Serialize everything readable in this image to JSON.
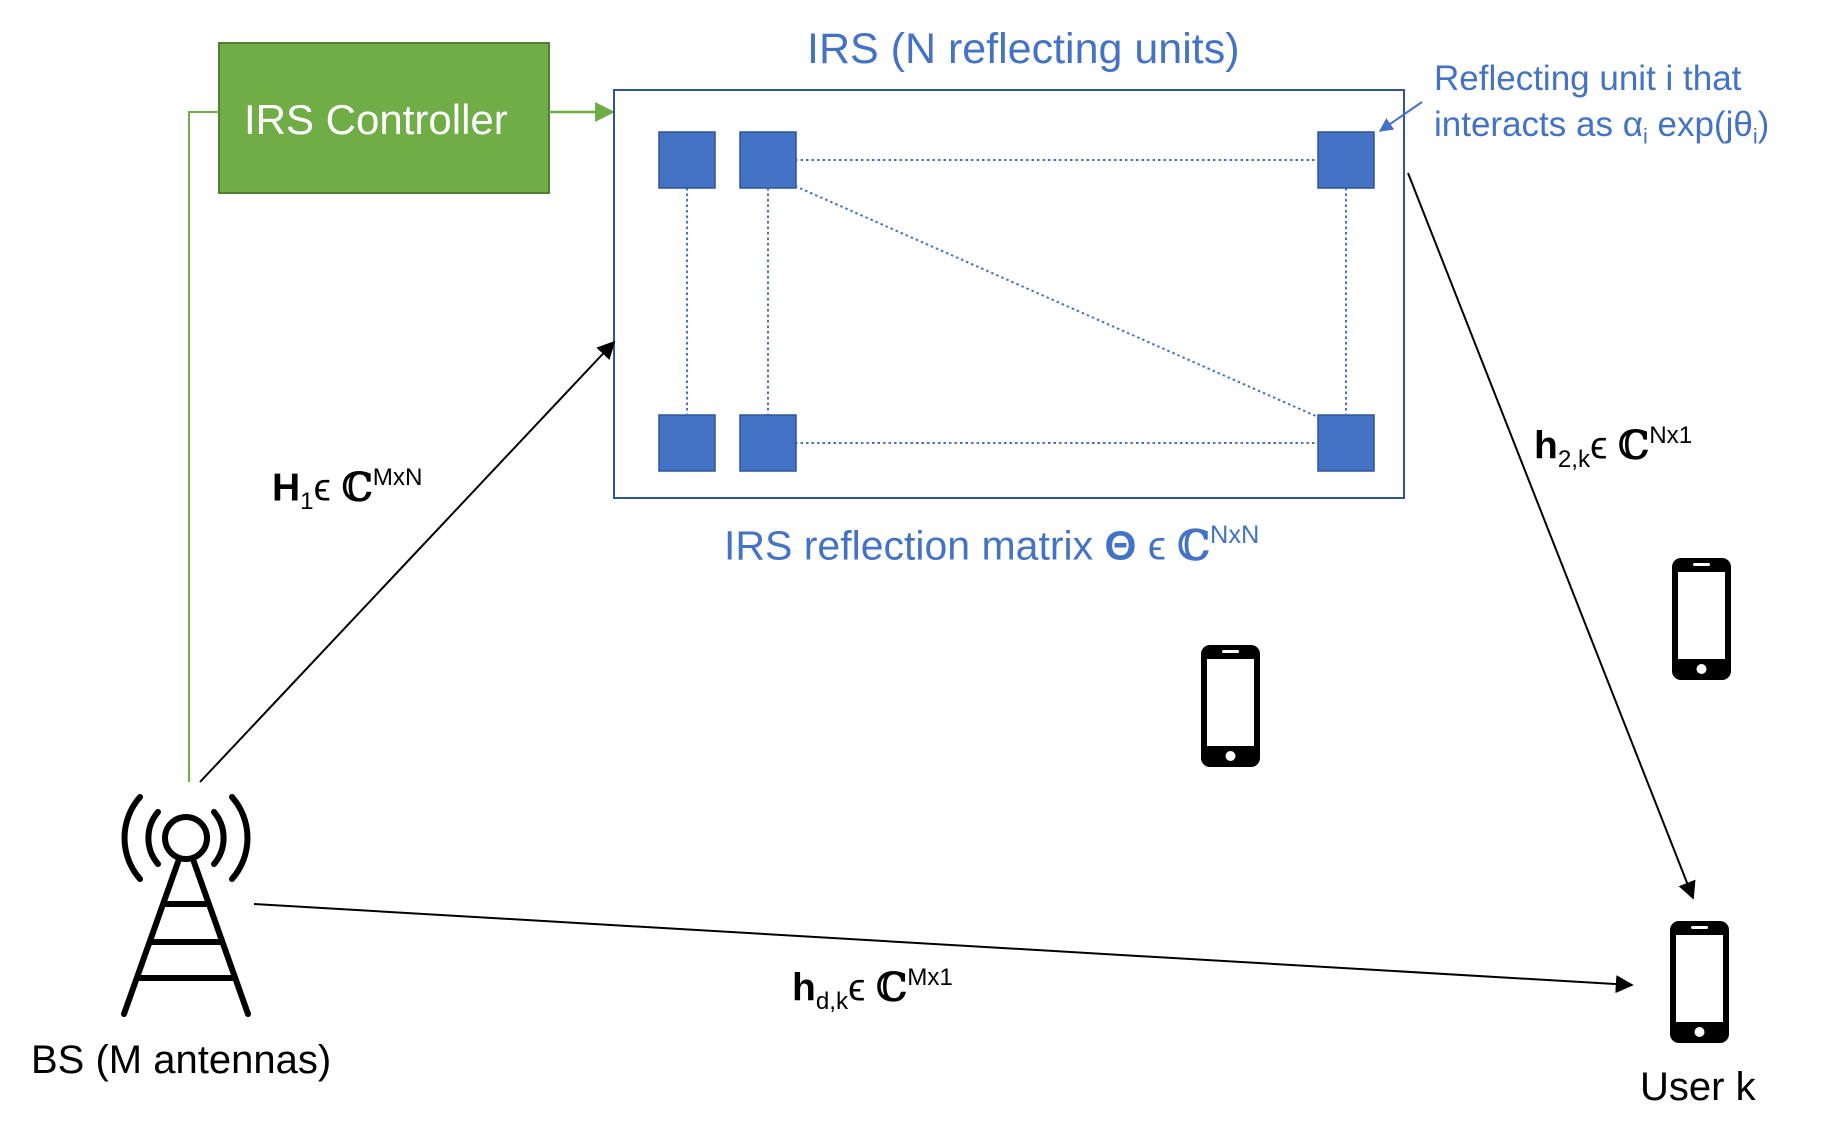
{
  "irs": {
    "title": "IRS (N reflecting units)",
    "matrix_text": "IRS reflection matrix",
    "matrix_symbol": "Θ",
    "matrix_in": "ϵ",
    "matrix_field": "ℂ",
    "matrix_dim": "NxN"
  },
  "unit_note": {
    "line1": "Reflecting unit i that",
    "line2_prefix": "interacts as α",
    "line2_sub1": "i",
    "line2_mid": " exp(jθ",
    "line2_sub2": "i",
    "line2_suffix": ")"
  },
  "controller": {
    "label": "IRS Controller"
  },
  "bs": {
    "label": "BS (M antennas)"
  },
  "user": {
    "label": "User k"
  },
  "channels": {
    "h1": {
      "sym": "H",
      "sub": "1",
      "in": "ϵ",
      "field": "ℂ",
      "dim": "MxN"
    },
    "h2k": {
      "sym": "h",
      "sub": "2,k",
      "in": "ϵ",
      "field": "ℂ",
      "dim": "Nx1"
    },
    "hdk": {
      "sym": "h",
      "sub": "d,k",
      "in": "ϵ",
      "field": "ℂ",
      "dim": "Mx1"
    }
  },
  "colors": {
    "accent_blue": "#4472C4",
    "controller_green": "#70AD47",
    "controller_border": "#507E32",
    "arrow_black": "#000000"
  },
  "icons": [
    "antenna-tower-icon",
    "smartphone-icon"
  ]
}
